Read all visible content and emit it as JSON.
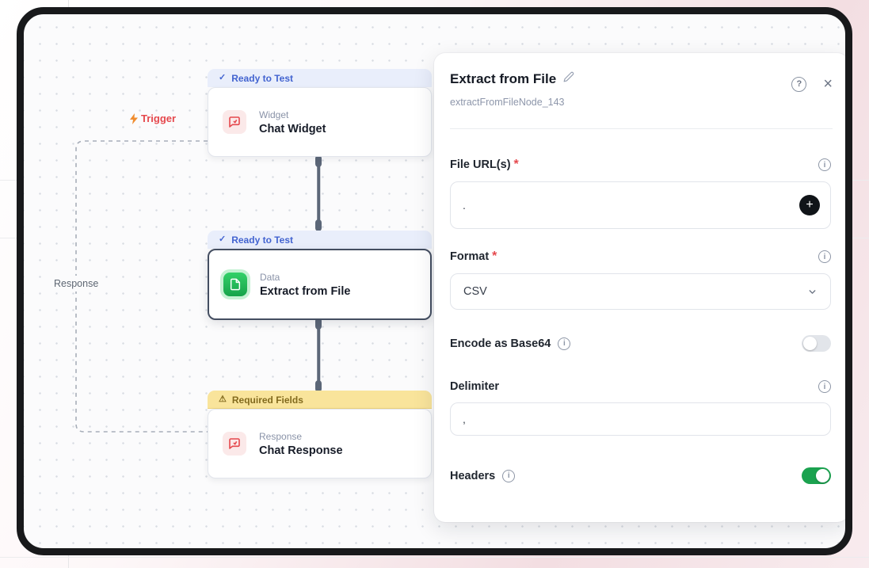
{
  "colors": {
    "accent_blue": "#4263d0",
    "accent_red": "#e5484d",
    "accent_green": "#22a455",
    "badge_amber_bg": "#f9e49b",
    "toggle_on": "#1ba24f",
    "frame": "#18191b"
  },
  "icons": {
    "check": "✓",
    "warning": "⚠",
    "close": "×",
    "info": "i",
    "help": "?",
    "plus": "+"
  },
  "canvas": {
    "trigger_label": "Trigger",
    "flow_label": "Response",
    "nodes": [
      {
        "badge": "Ready to Test",
        "category": "Widget",
        "title": "Chat Widget"
      },
      {
        "badge": "Ready to Test",
        "category": "Data",
        "title": "Extract from File"
      },
      {
        "badge": "Required Fields",
        "category": "Response",
        "title": "Chat Response"
      }
    ]
  },
  "panel": {
    "title": "Extract from File",
    "subtitle": "extractFromFileNode_143",
    "required_mark": "*",
    "fields": {
      "file_urls": {
        "label": "File URL(s)",
        "value": "."
      },
      "format": {
        "label": "Format",
        "value": "CSV"
      },
      "encode": {
        "label": "Encode as Base64",
        "enabled": false
      },
      "delimiter": {
        "label": "Delimiter",
        "value": ","
      },
      "headers": {
        "label": "Headers",
        "enabled": true
      }
    }
  }
}
